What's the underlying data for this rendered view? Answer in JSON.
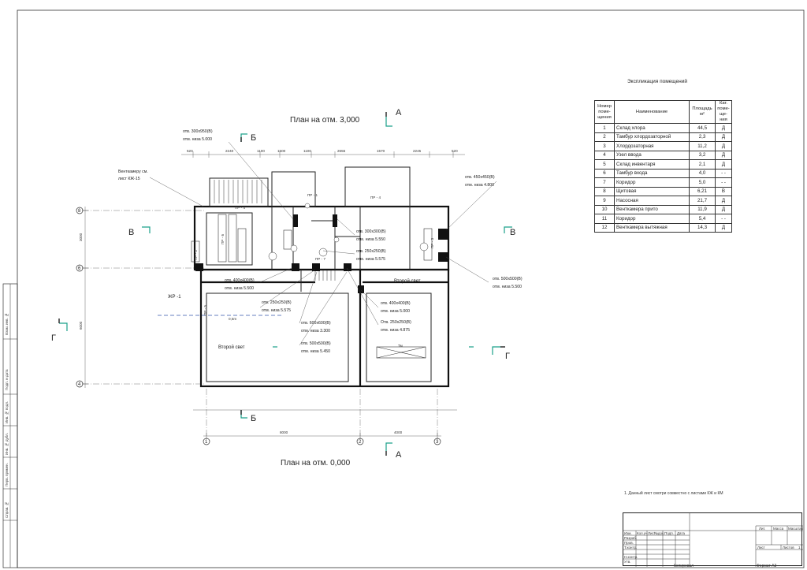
{
  "plan": {
    "title_top": "План на отм. 3,000",
    "title_bottom": "План на отм. 0,000"
  },
  "sections": {
    "A_top": "А",
    "A_bottom": "А",
    "B_top": "Б",
    "B_bottom": "Б",
    "V_left": "В",
    "V_right": "В",
    "G_left": "Г",
    "G_right": "Г"
  },
  "axes": {
    "row_labels": [
      "8",
      "6",
      "4"
    ],
    "col_labels": [
      "1",
      "2",
      "3"
    ],
    "left_dims": [
      "3000",
      "6000"
    ],
    "bottom_dims": [
      "8000",
      "4000"
    ]
  },
  "top_dims": [
    "520",
    "2240",
    "1100",
    "1500",
    "1100",
    "2655",
    "1570",
    "2245",
    "520"
  ],
  "notes": [
    "отв. 300х950(В)",
    "отм. низа 5.000",
    "Венткамеру см.",
    "лист КЖ-15",
    "отв. 450х450(В)",
    "отм. низа 4.800",
    "отв. 300х300(В)",
    "отм. низа 5.550",
    "отв. 250х250(В)",
    "отм. низа 5.575",
    "отв. 500х500(В)",
    "отм. низа 5.500",
    "отв. 400х400(В)",
    "отм. низа 5.500",
    "отв. 250х250(В)",
    "отм. низа 5.575",
    "отв. 600х600(В)",
    "отм. низа 3.300",
    "отв. 500х500(В)",
    "отм. низа 5.450",
    "отв. 400х400(В)",
    "отм. низа 5.000",
    "Отв. 250х250(В)",
    "отм. низа 4.875"
  ],
  "room_labels": {
    "second_light_left": "Второй свет",
    "second_light_right": "Второй свет",
    "zhr": "ЖР -1",
    "pr1": "ПР - 1",
    "pr2": "ПР - 2",
    "pr3": "ПР - 3",
    "pr4a": "ПР - 4",
    "pr4b": "ПР - 4",
    "pr5": "ПР - 5",
    "pr6": "ПР - 6",
    "pr7": "ПР - 7",
    "tm": "Тм",
    "mark": "0,5m"
  },
  "explication": {
    "title": "Экспликация помещений",
    "headers": [
      "Номер поме-щения",
      "Наименование",
      "Площадь м²",
      "Кат. поме-ще-ния"
    ],
    "rows": [
      [
        "1",
        "Склад хлора",
        "44,5",
        "Д"
      ],
      [
        "2",
        "Тамбур хлордозаторной",
        "2,3",
        "Д"
      ],
      [
        "3",
        "Хлордозаторная",
        "11,2",
        "Д"
      ],
      [
        "4",
        "Узел ввода",
        "3,2",
        "Д"
      ],
      [
        "5",
        "Склад инвентаря",
        "2,1",
        "Д"
      ],
      [
        "6",
        "Тамбур входа",
        "4,0",
        "- -"
      ],
      [
        "7",
        "Коридор",
        "5,0",
        "- -"
      ],
      [
        "8",
        "Щитовая",
        "6,21",
        "В"
      ],
      [
        "9",
        "Насосная",
        "21,7",
        "Д"
      ],
      [
        "10",
        "Венткамера прито",
        "11,9",
        "Д"
      ],
      [
        "11",
        "Коридор",
        "5,4",
        "- -"
      ],
      [
        "12",
        "Венткамера вытяжная",
        "14,3",
        "Д"
      ]
    ]
  },
  "footnote": "1. Данный лист смотри совместно с листами КЖ и КМ",
  "stamp": {
    "cells": [
      "Изм.",
      "Кол.уч",
      "Лист",
      "№док.",
      "Подп.",
      "Дата",
      "Разраб.",
      "Пров.",
      "Т.контр.",
      "Н.контр.",
      "Утв.",
      "Лит.",
      "Масса",
      "Масштаб",
      "Лист",
      "Листов",
      "1"
    ]
  },
  "strip": [
    "Взам. инв. №",
    "Подп. и дата",
    "Инв. № подл.",
    "Инв. № дубл.",
    "Перв. примен.",
    "Справ. №"
  ],
  "bottom": {
    "copied": "Копировал",
    "format": "Формат  А3"
  }
}
